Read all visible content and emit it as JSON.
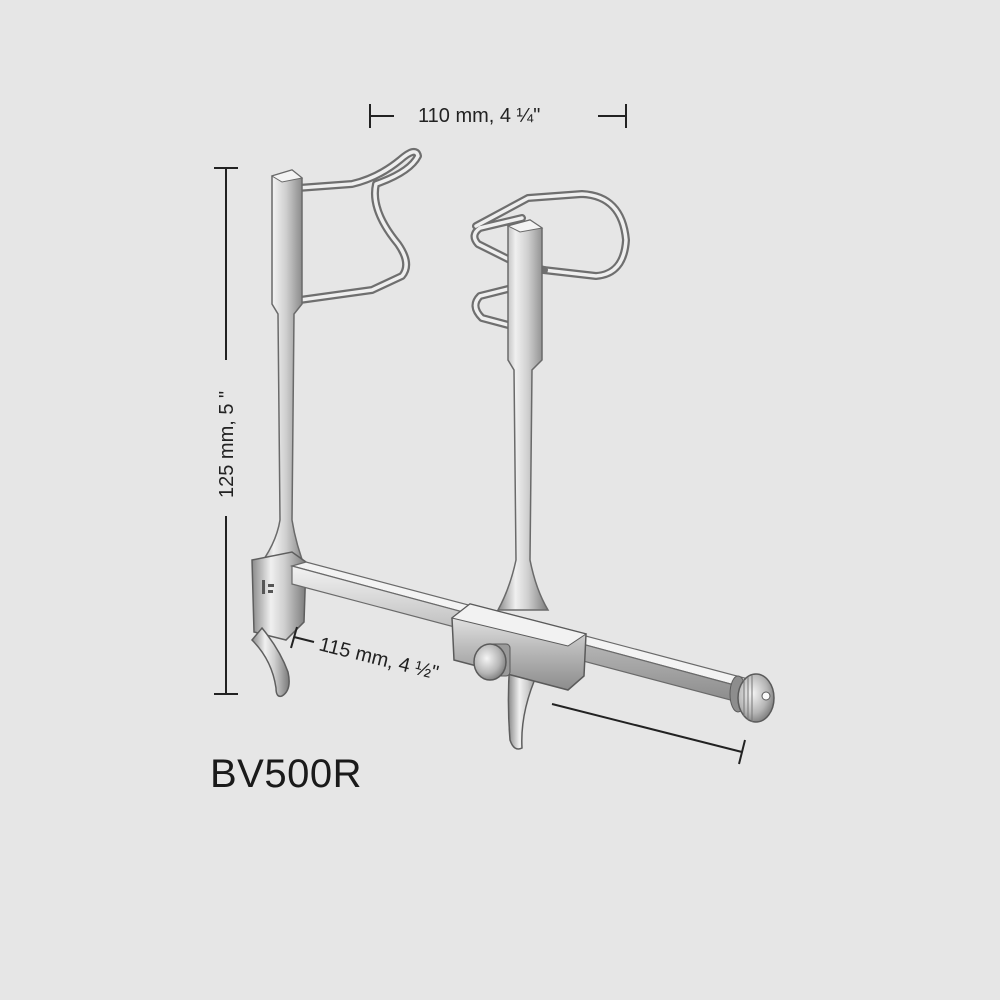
{
  "product": {
    "model": "BV500R"
  },
  "dimensions": {
    "width_label": "110 mm, 4 ¼\"",
    "height_label": "125 mm, 5 \"",
    "span_label": "115 mm,  4 ½\""
  },
  "colors": {
    "background": "#e6e6e6",
    "steel_light": "#f2f2f2",
    "steel_mid": "#bdbdbd",
    "steel_dark": "#6e6e6e",
    "dimension_line": "#222222"
  },
  "marks": {
    "logo_stamp": "logo on instrument"
  }
}
